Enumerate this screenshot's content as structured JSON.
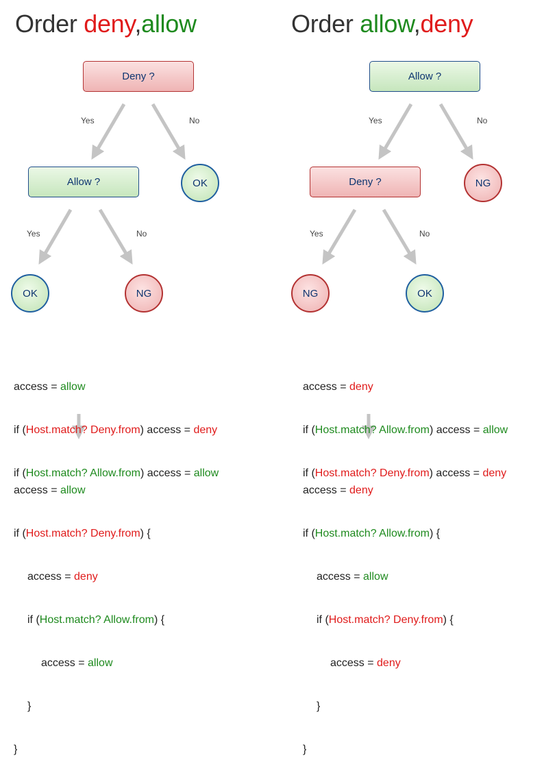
{
  "left": {
    "title": {
      "prefix": "Order ",
      "first": "deny",
      "sep": ",",
      "second": "allow"
    },
    "nodes": {
      "root": "Deny ?",
      "mid": "Allow ?",
      "right_leaf": "OK",
      "leaf_yes": "OK",
      "leaf_no": "NG"
    },
    "edges": {
      "yes1": "Yes",
      "no1": "No",
      "yes2": "Yes",
      "no2": "No"
    },
    "code1": {
      "l1": {
        "a": "access = ",
        "b": "allow"
      },
      "l2": {
        "a": "if (",
        "b": "Host.match? Deny.from",
        "c": ") access = ",
        "d": "deny"
      },
      "l3": {
        "a": "if (",
        "b": "Host.match? Allow.from",
        "c": ") access = ",
        "d": "allow"
      }
    },
    "code2": {
      "l1": {
        "a": "access = ",
        "b": "allow"
      },
      "l2": {
        "a": "if (",
        "b": "Host.match? Deny.from",
        "c": ") {"
      },
      "l3": {
        "a": "access = ",
        "b": "deny"
      },
      "l4": {
        "a": "if (",
        "b": "Host.match? Allow.from",
        "c": ") {"
      },
      "l5": {
        "a": "access = ",
        "b": "allow"
      },
      "l6": "}",
      "l7": "}"
    }
  },
  "right": {
    "title": {
      "prefix": "Order ",
      "first": "allow",
      "sep": ",",
      "second": "deny"
    },
    "nodes": {
      "root": "Allow ?",
      "mid": "Deny ?",
      "right_leaf": "NG",
      "leaf_yes": "NG",
      "leaf_no": "OK"
    },
    "edges": {
      "yes1": "Yes",
      "no1": "No",
      "yes2": "Yes",
      "no2": "No"
    },
    "code1": {
      "l1": {
        "a": "access = ",
        "b": "deny"
      },
      "l2": {
        "a": "if (",
        "b": "Host.match? Allow.from",
        "c": ") access = ",
        "d": "allow"
      },
      "l3": {
        "a": "if (",
        "b": "Host.match? Deny.from",
        "c": ") access = ",
        "d": "deny"
      }
    },
    "code2": {
      "l1": {
        "a": "access = ",
        "b": "deny"
      },
      "l2": {
        "a": "if (",
        "b": "Host.match? Allow.from",
        "c": ") {"
      },
      "l3": {
        "a": "access = ",
        "b": "allow"
      },
      "l4": {
        "a": "if (",
        "b": "Host.match? Deny.from",
        "c": ") {"
      },
      "l5": {
        "a": "access = ",
        "b": "deny"
      },
      "l6": "}",
      "l7": "}"
    }
  },
  "colors": {
    "deny": "#e01b1b",
    "allow": "#1e8a1e",
    "arrow": "#c4c4c4",
    "text": "#222222"
  }
}
